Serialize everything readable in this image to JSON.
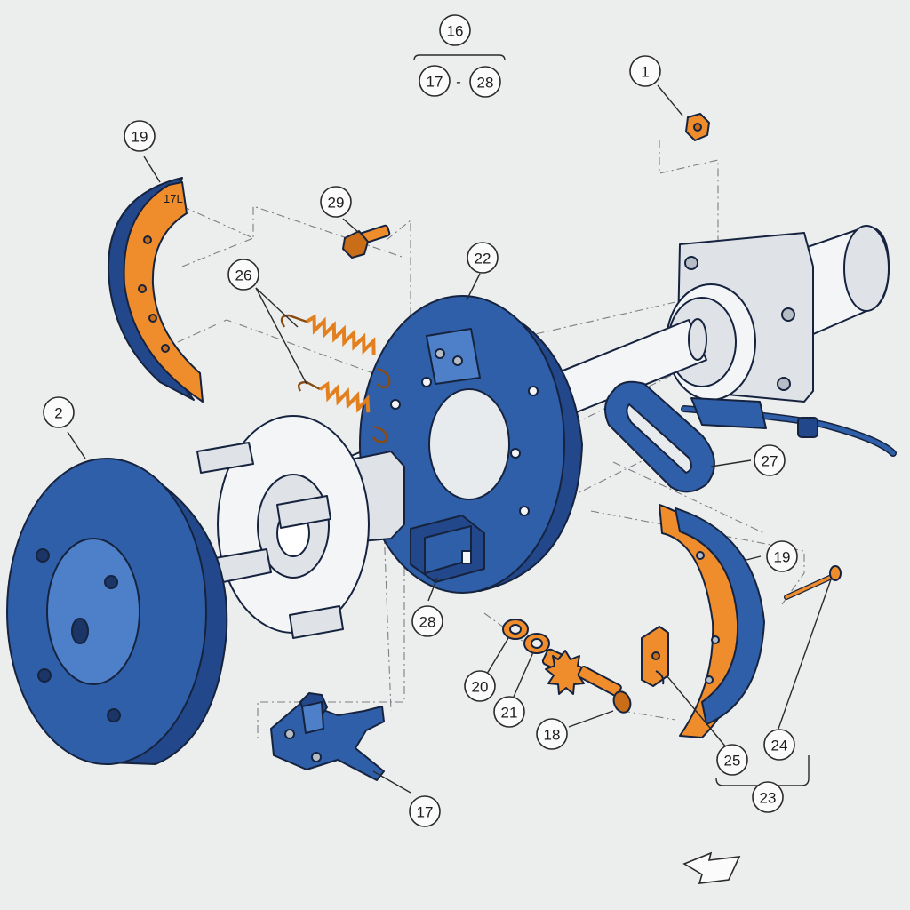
{
  "callouts": {
    "c1": "1",
    "c2": "2",
    "c16": "16",
    "c17_range": "17",
    "c28_range": "28",
    "range_separator": "-",
    "c19_top": "19",
    "c29": "29",
    "c22": "22",
    "c26": "26",
    "c27": "27",
    "c19_right": "19",
    "c28": "28",
    "c20": "20",
    "c21": "21",
    "c18": "18",
    "c25": "25",
    "c24": "24",
    "c23": "23",
    "c17": "17"
  },
  "part_marking": "17L",
  "colors": {
    "part_blue": "#2f5fa8",
    "part_orange": "#ef8d2c",
    "steel": "#dfe3e8",
    "background": "#eceeed"
  }
}
